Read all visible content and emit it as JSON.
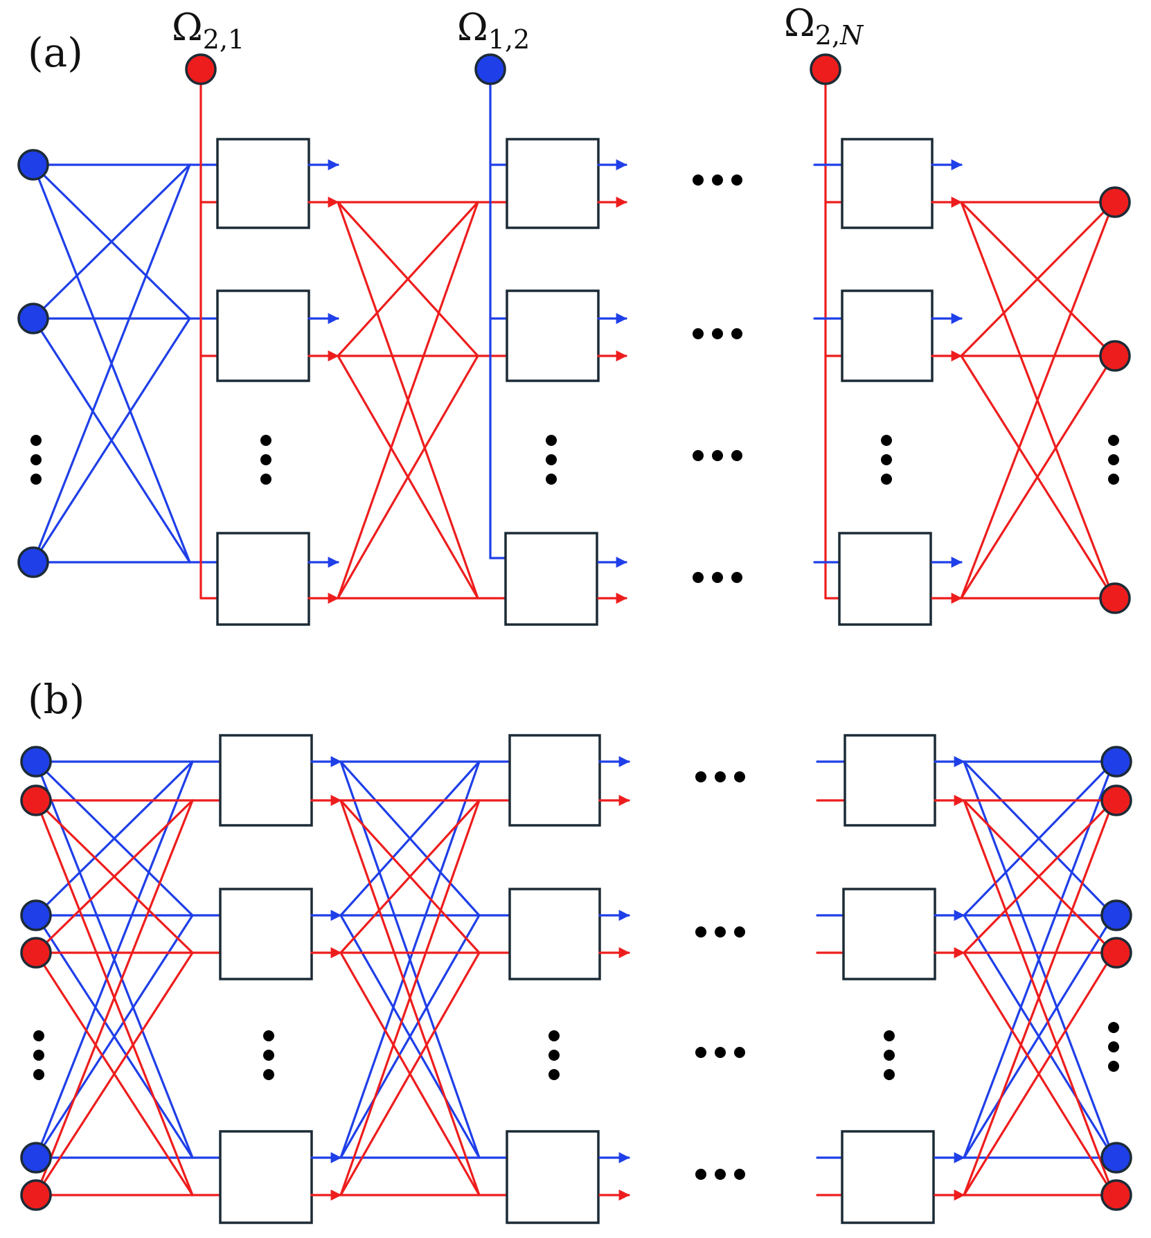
{
  "colors": {
    "blue": "#1f3fe8",
    "red": "#ee1d1d",
    "box_stroke": "#1c2b36",
    "dots": "#000000"
  },
  "panel_a": {
    "label": "(a)",
    "omegas": [
      {
        "symbol": "Ω",
        "subscript": "2,1",
        "color": "red",
        "italic": false
      },
      {
        "symbol": "Ω",
        "subscript": "1,2",
        "color": "blue",
        "italic": false
      },
      {
        "symbol": "Ω",
        "subscript": "2,",
        "subscript_tail": "N",
        "color": "red",
        "italic": true
      }
    ]
  },
  "panel_b": {
    "label": "(b)"
  },
  "icons": {
    "node": "circle-node-icon",
    "arrow": "arrowhead-icon",
    "ellipsis": "ellipsis-icon",
    "vertical_ellipsis": "vertical-ellipsis-icon"
  }
}
